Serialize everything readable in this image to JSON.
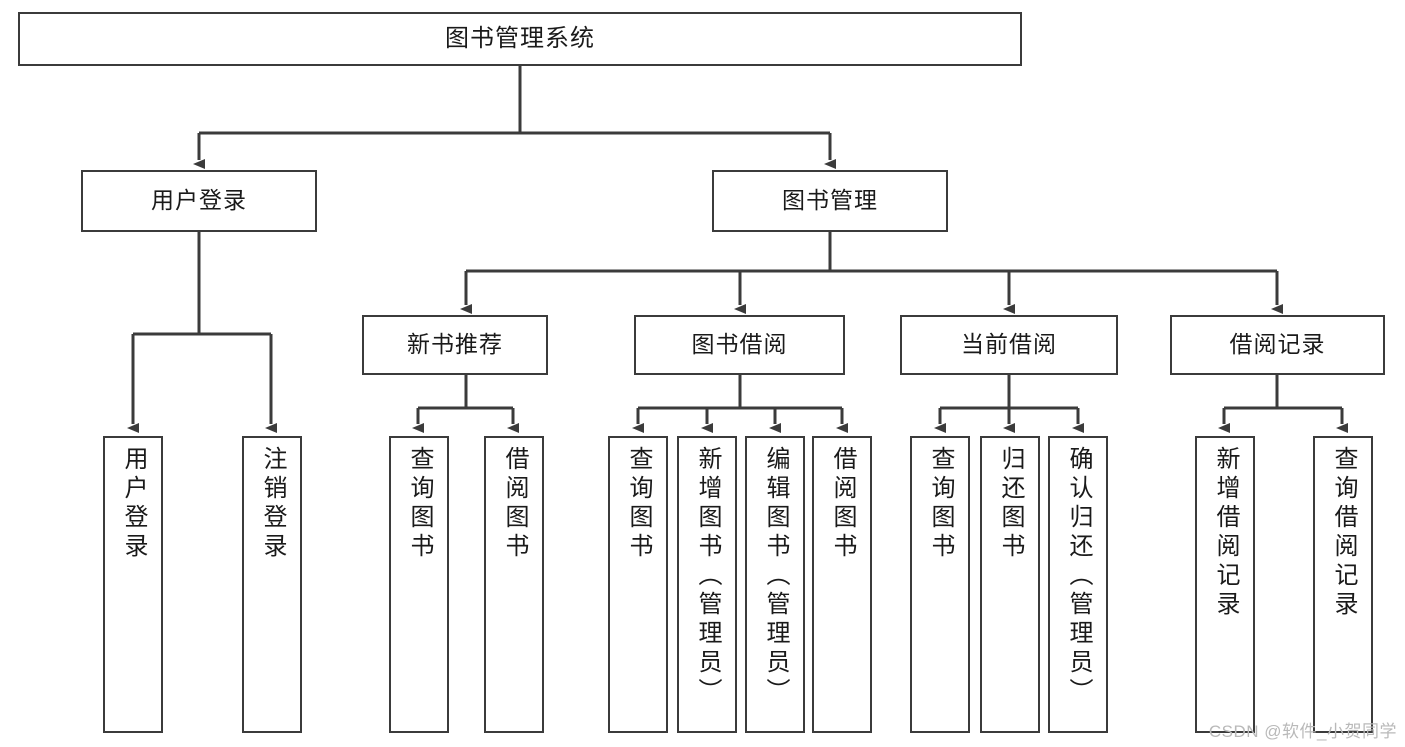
{
  "diagram": {
    "title": "图书管理系统",
    "type": "tree-hierarchy-diagram",
    "watermark": "CSDN @软件_小贺同学",
    "colors": {
      "box_border": "#3b3b3b",
      "box_fill": "#ffffff",
      "connector": "#3b3b3b",
      "text": "#1a1a1a",
      "watermark": "#b9b9b9"
    },
    "levels": {
      "root": {
        "label": "图书管理系统"
      },
      "level2": [
        {
          "label": "用户登录"
        },
        {
          "label": "图书管理"
        }
      ],
      "level3": [
        {
          "label": "新书推荐"
        },
        {
          "label": "图书借阅"
        },
        {
          "label": "当前借阅"
        },
        {
          "label": "借阅记录"
        }
      ],
      "leaves": [
        {
          "label": "用户登录",
          "parent": "用户登录"
        },
        {
          "label": "注销登录",
          "parent": "用户登录"
        },
        {
          "label": "查询图书",
          "parent": "新书推荐"
        },
        {
          "label": "借阅图书",
          "parent": "新书推荐"
        },
        {
          "label": "查询图书",
          "parent": "图书借阅"
        },
        {
          "label": "新增图书（管理员）",
          "parent": "图书借阅"
        },
        {
          "label": "编辑图书（管理员）",
          "parent": "图书借阅"
        },
        {
          "label": "借阅图书",
          "parent": "图书借阅"
        },
        {
          "label": "查询图书",
          "parent": "当前借阅"
        },
        {
          "label": "归还图书",
          "parent": "当前借阅"
        },
        {
          "label": "确认归还（管理员）",
          "parent": "当前借阅"
        },
        {
          "label": "新增借阅记录",
          "parent": "借阅记录"
        },
        {
          "label": "查询借阅记录",
          "parent": "借阅记录"
        }
      ]
    }
  }
}
